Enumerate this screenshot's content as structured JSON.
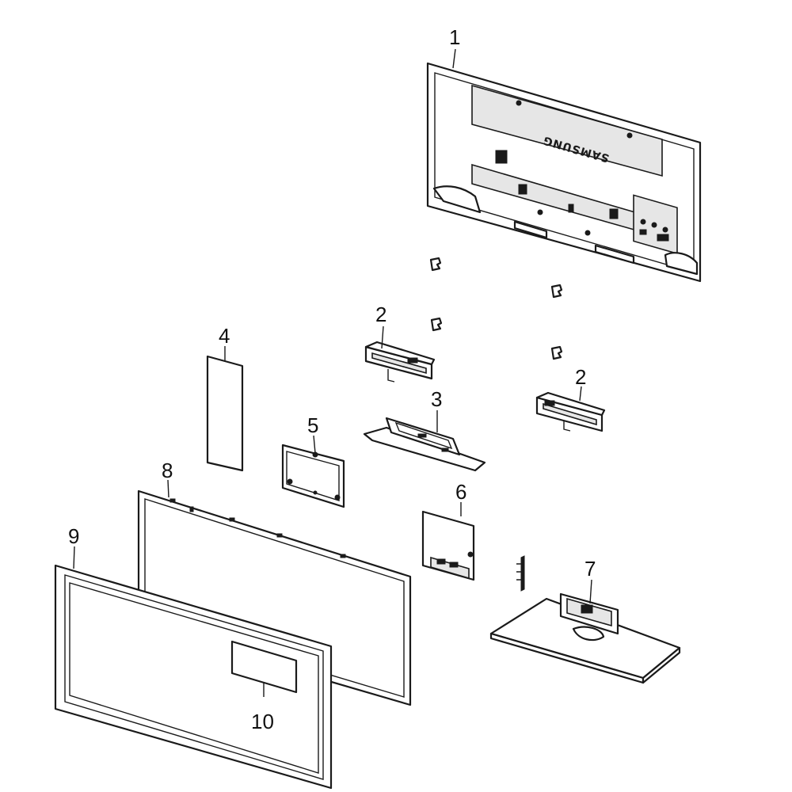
{
  "callouts": {
    "c1": "1",
    "c2a": "2",
    "c2b": "2",
    "c3": "3",
    "c4": "4",
    "c5": "5",
    "c6": "6",
    "c7": "7",
    "c8": "8",
    "c9": "9",
    "c10": "10"
  },
  "logo_text": "SAMSUNG",
  "colors": {
    "line": "#1a1a1a",
    "background": "#ffffff"
  }
}
